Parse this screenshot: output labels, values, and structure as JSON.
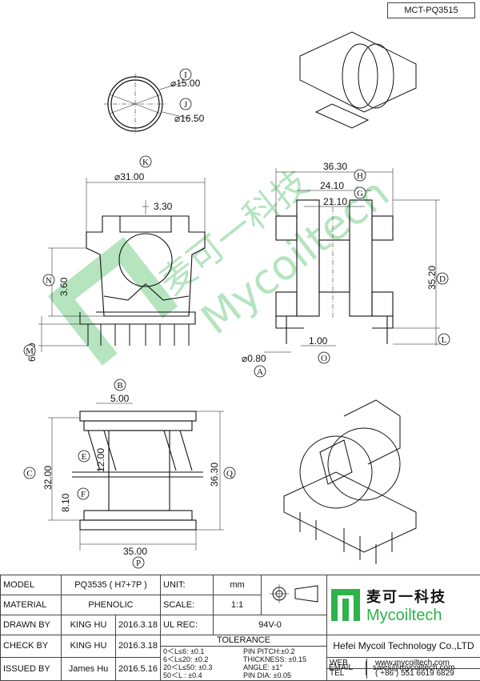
{
  "part_tag": "MCT-PQ3515",
  "watermark": {
    "cn": "麦可一科技",
    "en": "Mycoiltech"
  },
  "dimensions": {
    "d_inner": "⌀15.00",
    "d_outer": "⌀16.50",
    "w31": "⌀31.00",
    "w3_30": "3.30",
    "h3_60": "3.60",
    "h6_20": "6.20",
    "w36_30": "36.30",
    "w24_10": "24.10",
    "w21_10": "21.10",
    "h35_20": "35.20",
    "t1_00": "1.00",
    "pin0_80": "⌀0.80",
    "w5_00": "5.00",
    "h12_00": "12.00",
    "h32_00": "32.00",
    "h8_10": "8.10",
    "h36_30": "36.30",
    "w35_00": "35.00"
  },
  "callouts": [
    "I",
    "J",
    "K",
    "H",
    "G",
    "N",
    "D",
    "M",
    "L",
    "A",
    "O",
    "B",
    "E",
    "C",
    "F",
    "Q",
    "P"
  ],
  "titleblock": {
    "model_label": "MODEL",
    "model_value": "PQ3535 ( H7+7P )",
    "unit_label": "UNIT:",
    "unit_value": "mm",
    "material_label": "MATERIAL",
    "material_value": "PHENOLIC",
    "scale_label": "SCALE:",
    "scale_value": "1:1",
    "drawn_label": "DRAWN BY",
    "drawn_name": "KING HU",
    "drawn_date": "2016.3.18",
    "ulrec_label": "UL REC:",
    "ulrec_value": "94V-0",
    "check_label": "CHECK BY",
    "check_name": "KING HU",
    "check_date": "2016.3.18",
    "tolerance_label": "TOLERANCE",
    "tol1": "0＜L≤6: ±0.1",
    "tol2": "6＜L≤20: ±0.2",
    "tol3": "20＜L≤50: ±0.3",
    "tol4": "50＜L : ±0.4",
    "pin_pitch": "PIN PITCH:±0.2",
    "thickness": "THICKNESS: ±0.15",
    "angle": "ANGLE: ±1°",
    "pin_dia": "PIN DIA: ±0.05",
    "issued_label": "ISSUED BY",
    "issued_name": "James Hu",
    "issued_date": "2016.5.16",
    "brand_cn": "麦可一科技",
    "brand_en": "Mycoiltech",
    "company": "Hefei Mycoil Technology Co.,LTD",
    "web_label": "WEB",
    "web_value": "www.mycoiltech.com",
    "tel_label": "TEL",
    "tel_value": "( +86 ) 551 6619 6829",
    "email_label": "EMAIL",
    "email_value": "sales@mycoiltech.com"
  }
}
